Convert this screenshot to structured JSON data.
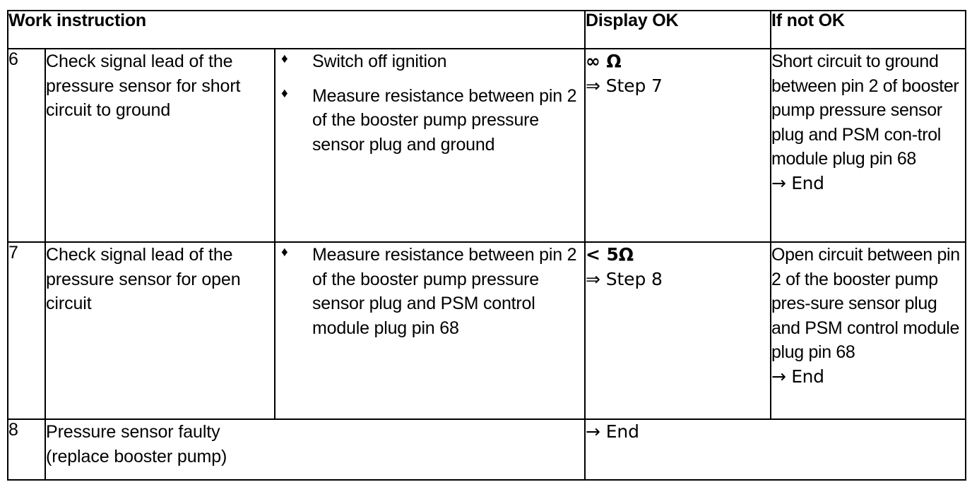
{
  "table": {
    "headers": {
      "work_instruction": "Work instruction",
      "display_ok": "Display OK",
      "if_not_ok": "If not OK"
    },
    "rows": [
      {
        "number": "6",
        "instruction": "Check signal lead of the pressure sensor for short circuit to ground",
        "actions": [
          "Switch off ignition",
          "Measure resistance between pin 2 of the booster pump pressure sensor plug and ground"
        ],
        "bullet_glyph": "♦",
        "display_ok_value": "∞ Ω",
        "display_ok_next": "⇒ Step 7",
        "if_not_ok_text": "Short circuit to ground between pin 2 of booster pump pressure sensor plug and PSM con-trol module plug pin 68",
        "if_not_ok_next": "→ End"
      },
      {
        "number": "7",
        "instruction": "Check signal lead of the pressure sensor for open circuit",
        "actions": [
          "Measure resistance between pin 2 of the booster pump pressure sensor plug and PSM control module plug pin 68"
        ],
        "bullet_glyph": "♦",
        "display_ok_value": "< 5Ω",
        "display_ok_next": "⇒ Step 8",
        "if_not_ok_text": "Open circuit between pin 2 of the booster pump pres-sure sensor plug and PSM control module plug pin 68",
        "if_not_ok_next": "→ End"
      },
      {
        "number": "8",
        "instruction_line1": "Pressure sensor faulty",
        "instruction_line2": "(replace booster pump)",
        "display_ok_next": "→ End"
      }
    ]
  },
  "colors": {
    "border": "#000000",
    "text": "#000000",
    "background": "#ffffff"
  }
}
